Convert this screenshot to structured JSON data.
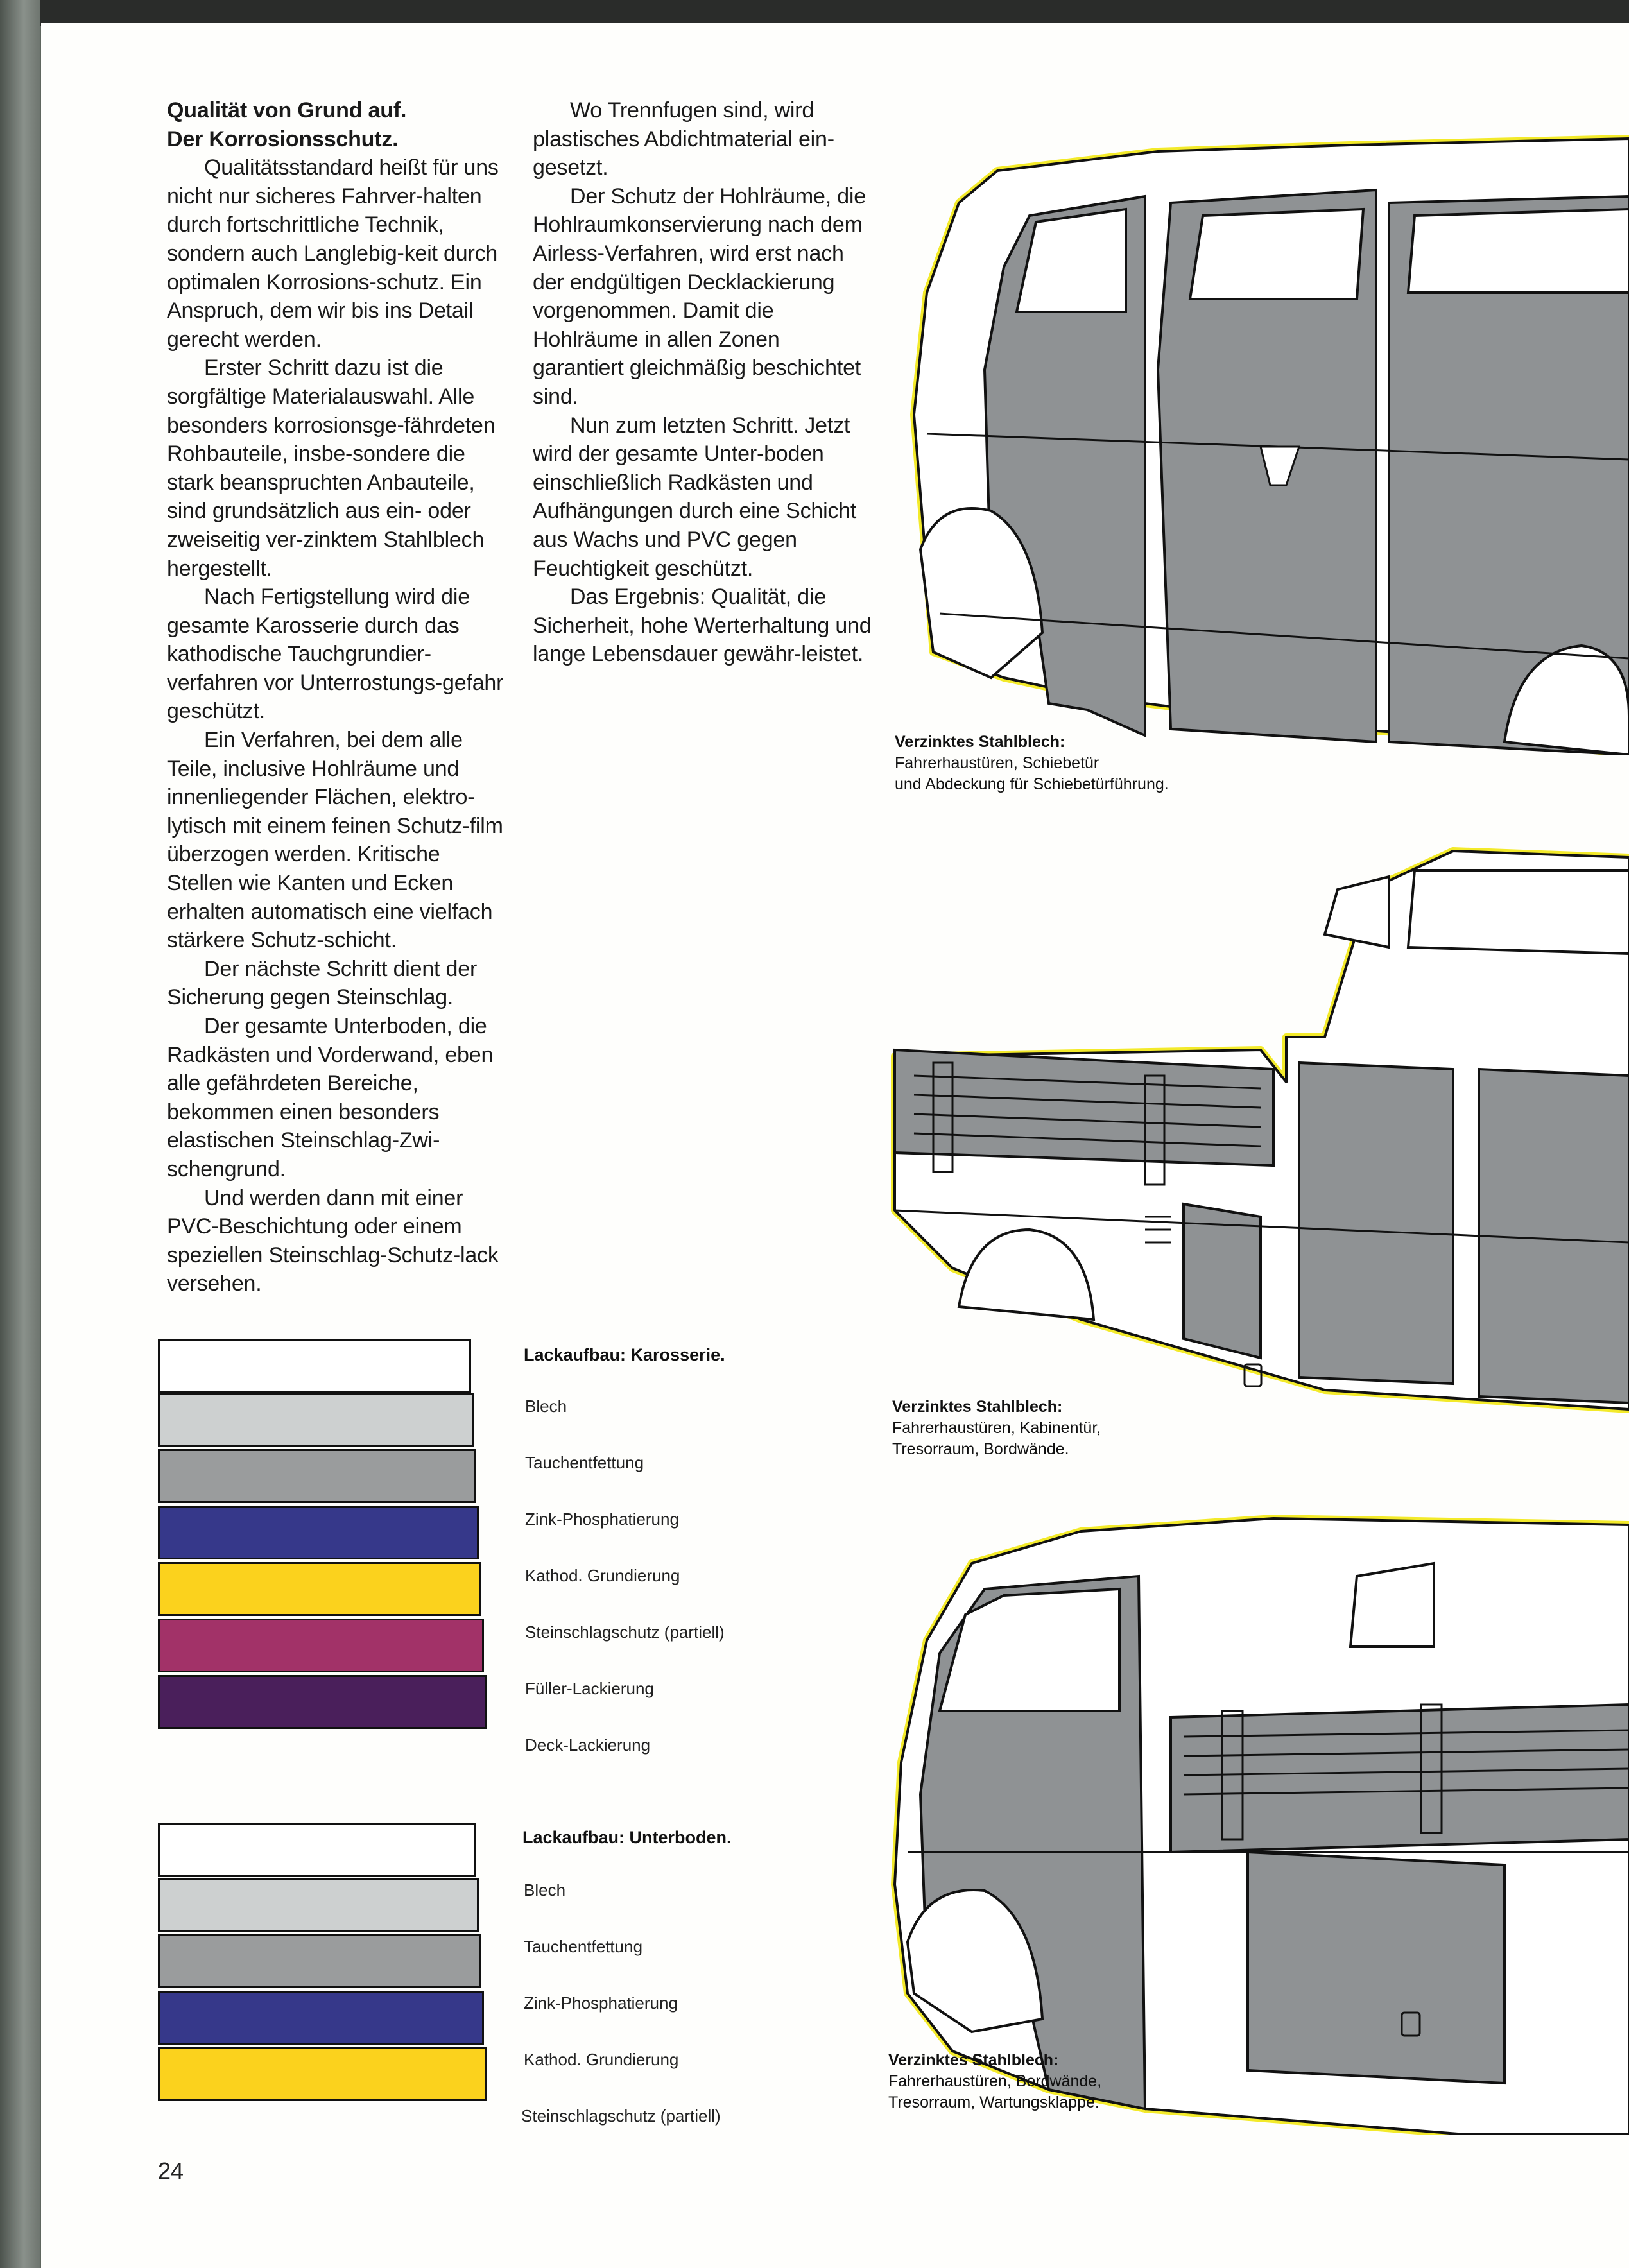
{
  "article": {
    "title_line1": "Qualität von Grund auf.",
    "title_line2": "Der Korrosionsschutz.",
    "col1": [
      "Qualitätsstandard heißt für uns nicht nur sicheres Fahrver-halten durch fortschrittliche Technik, sondern auch Langlebig-keit durch optimalen Korrosions-schutz. Ein Anspruch, dem wir bis ins Detail gerecht werden.",
      "Erster Schritt dazu ist die sorgfältige Materialauswahl. Alle besonders korrosionsge-fährdeten Rohbauteile, insbe-sondere die stark beanspruchten Anbauteile, sind grundsätzlich aus ein- oder zweiseitig ver-zinktem Stahlblech hergestellt.",
      "Nach Fertigstellung wird die gesamte Karosserie durch das kathodische Tauchgrundier-verfahren vor Unterrostungs-gefahr geschützt.",
      "Ein Verfahren, bei dem alle Teile, inclusive Hohlräume und innenliegender Flächen, elektro-lytisch mit einem feinen Schutz-film überzogen werden. Kritische Stellen wie Kanten und Ecken erhalten automatisch eine vielfach stärkere Schutz-schicht.",
      "Der nächste Schritt dient der Sicherung gegen Steinschlag.",
      "Der gesamte Unterboden, die Radkästen und Vorderwand, eben alle gefährdeten Bereiche, bekommen einen besonders elastischen Steinschlag-Zwi-schengrund.",
      "Und werden dann mit einer PVC-Beschichtung oder einem speziellen Steinschlag-Schutz-lack versehen."
    ],
    "col2": [
      "Wo Trennfugen sind, wird plastisches Abdichtmaterial ein-gesetzt.",
      "Der Schutz der Hohlräume, die Hohlraumkonservierung nach dem Airless-Verfahren, wird erst nach der endgültigen Decklackierung vorgenommen. Damit die Hohlräume in allen Zonen garantiert gleichmäßig beschichtet sind.",
      "Nun zum letzten Schritt. Jetzt wird der gesamte Unter-boden einschließlich Radkästen und Aufhängungen durch eine Schicht aus Wachs und PVC gegen Feuchtigkeit geschützt.",
      "Das Ergebnis: Qualität, die Sicherheit, hohe Werterhaltung und lange Lebensdauer gewähr-leistet."
    ]
  },
  "karosserie": {
    "heading": "Lackaufbau: Karosserie.",
    "layers": [
      {
        "label": "Blech",
        "color": "#ffffff"
      },
      {
        "label": "Tauchentfettung",
        "color": "#cdd0d0"
      },
      {
        "label": "Zink-Phosphatierung",
        "color": "#9a9c9d"
      },
      {
        "label": "Kathod. Grundierung",
        "color": "#36388a"
      },
      {
        "label": "Steinschlagschutz (partiell)",
        "color": "#fbd21d"
      },
      {
        "label": "Füller-Lackierung",
        "color": "#a23268"
      },
      {
        "label": "Deck-Lackierung",
        "color": "#4a1f5b"
      }
    ]
  },
  "unterboden": {
    "heading": "Lackaufbau: Unterboden.",
    "layers": [
      {
        "label": "Blech",
        "color": "#ffffff"
      },
      {
        "label": "Tauchentfettung",
        "color": "#cdd0d0"
      },
      {
        "label": "Zink-Phosphatierung",
        "color": "#9a9c9d"
      },
      {
        "label": "Kathod. Grundierung",
        "color": "#36388a"
      },
      {
        "label": "Steinschlagschutz (partiell)",
        "color": "#fbd21d"
      }
    ]
  },
  "captions": {
    "fig1_title": "Verzinktes Stahlblech:",
    "fig1_line1": "Fahrerhaustüren, Schiebetür",
    "fig1_line2": "und Abdeckung für Schiebetürführung.",
    "fig2_title": "Verzinktes Stahlblech:",
    "fig2_line1": "Fahrerhaustüren, Kabinentür,",
    "fig2_line2": "Tresorraum, Bordwände.",
    "fig3_title": "Verzinktes Stahlblech:",
    "fig3_line1": "Fahrerhaustüren, Bordwände,",
    "fig3_line2": "Tresorraum, Wartungsklappe."
  },
  "colors": {
    "zinc_panel": "#8f9294",
    "yellow_outline": "#f3ea2a",
    "line": "#111111"
  },
  "page_number": "24"
}
